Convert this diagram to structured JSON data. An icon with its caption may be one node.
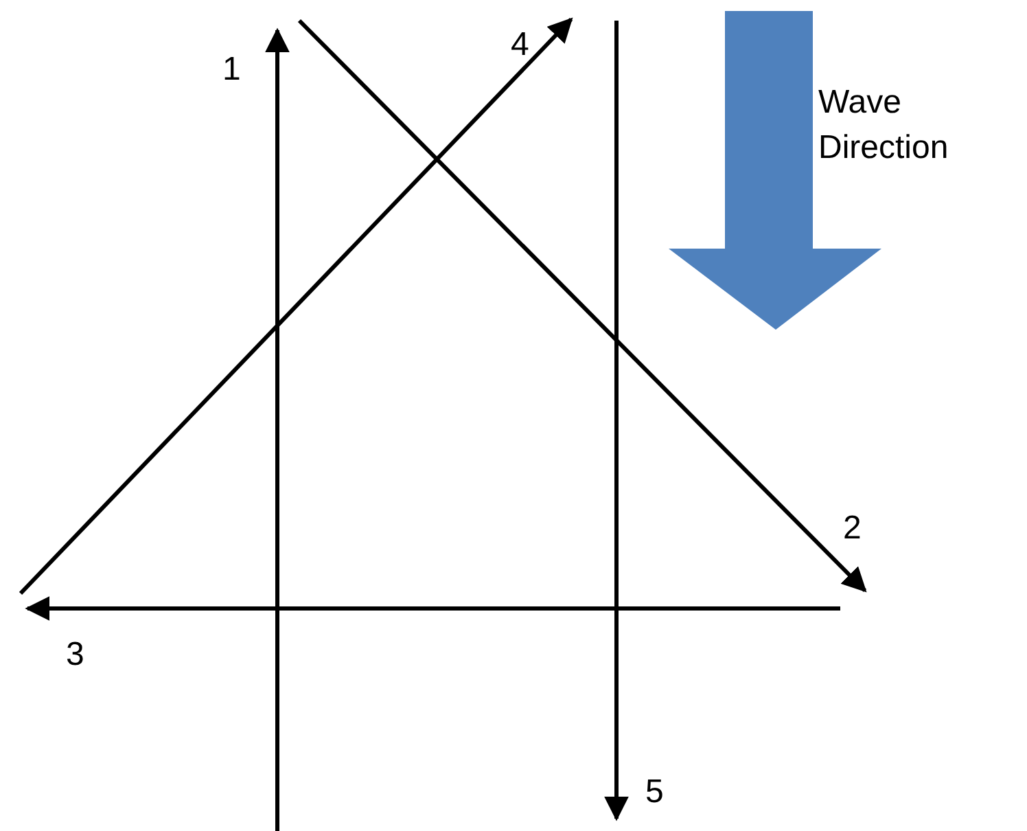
{
  "diagram": {
    "labels": [
      "1",
      "4",
      "Wave Direction",
      "2",
      "3",
      "5"
    ]
  }
}
